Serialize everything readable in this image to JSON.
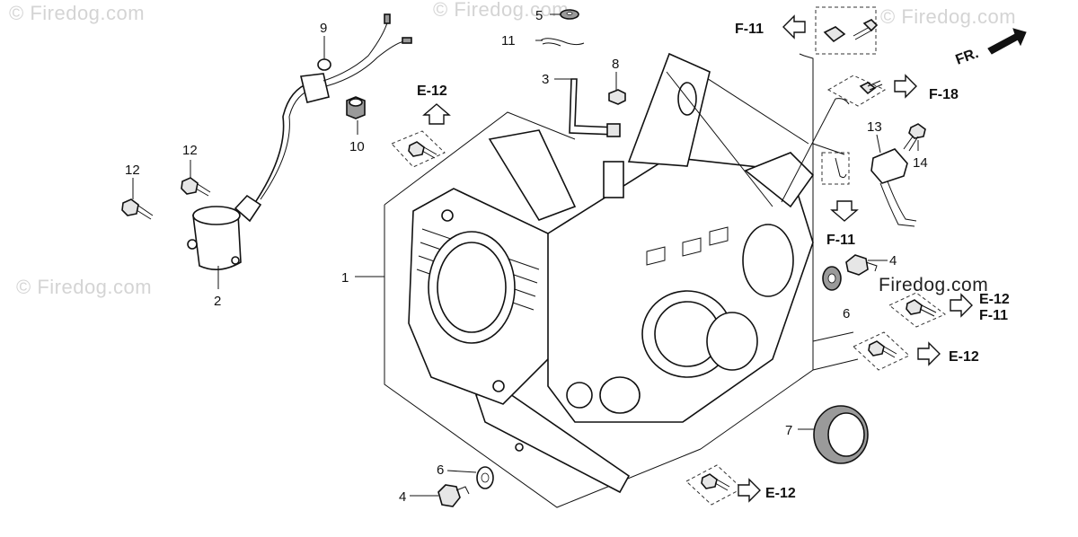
{
  "watermark": "© Firedog.com",
  "watermark_site": "Firedog.com",
  "front_label": "FR.",
  "callouts": {
    "c1": "1",
    "c2": "2",
    "c3": "3",
    "c4a": "4",
    "c4b": "4",
    "c5": "5",
    "c6a": "6",
    "c6b": "6",
    "c7": "7",
    "c8": "8",
    "c9": "9",
    "c10": "10",
    "c11": "11",
    "c12a": "12",
    "c12b": "12",
    "c13": "13",
    "c14": "14"
  },
  "refs": {
    "f11_top": "F-11",
    "e12_left": "E-12",
    "f18": "F-18",
    "f11_mid": "F-11",
    "e12_overlap": "E-12",
    "f11_right": "F-11",
    "e12_right": "E-12",
    "e12_bottom": "E-12"
  },
  "colors": {
    "line": "#111111",
    "watermark": "#d4d4d4",
    "shade": "#9a9a9a"
  }
}
